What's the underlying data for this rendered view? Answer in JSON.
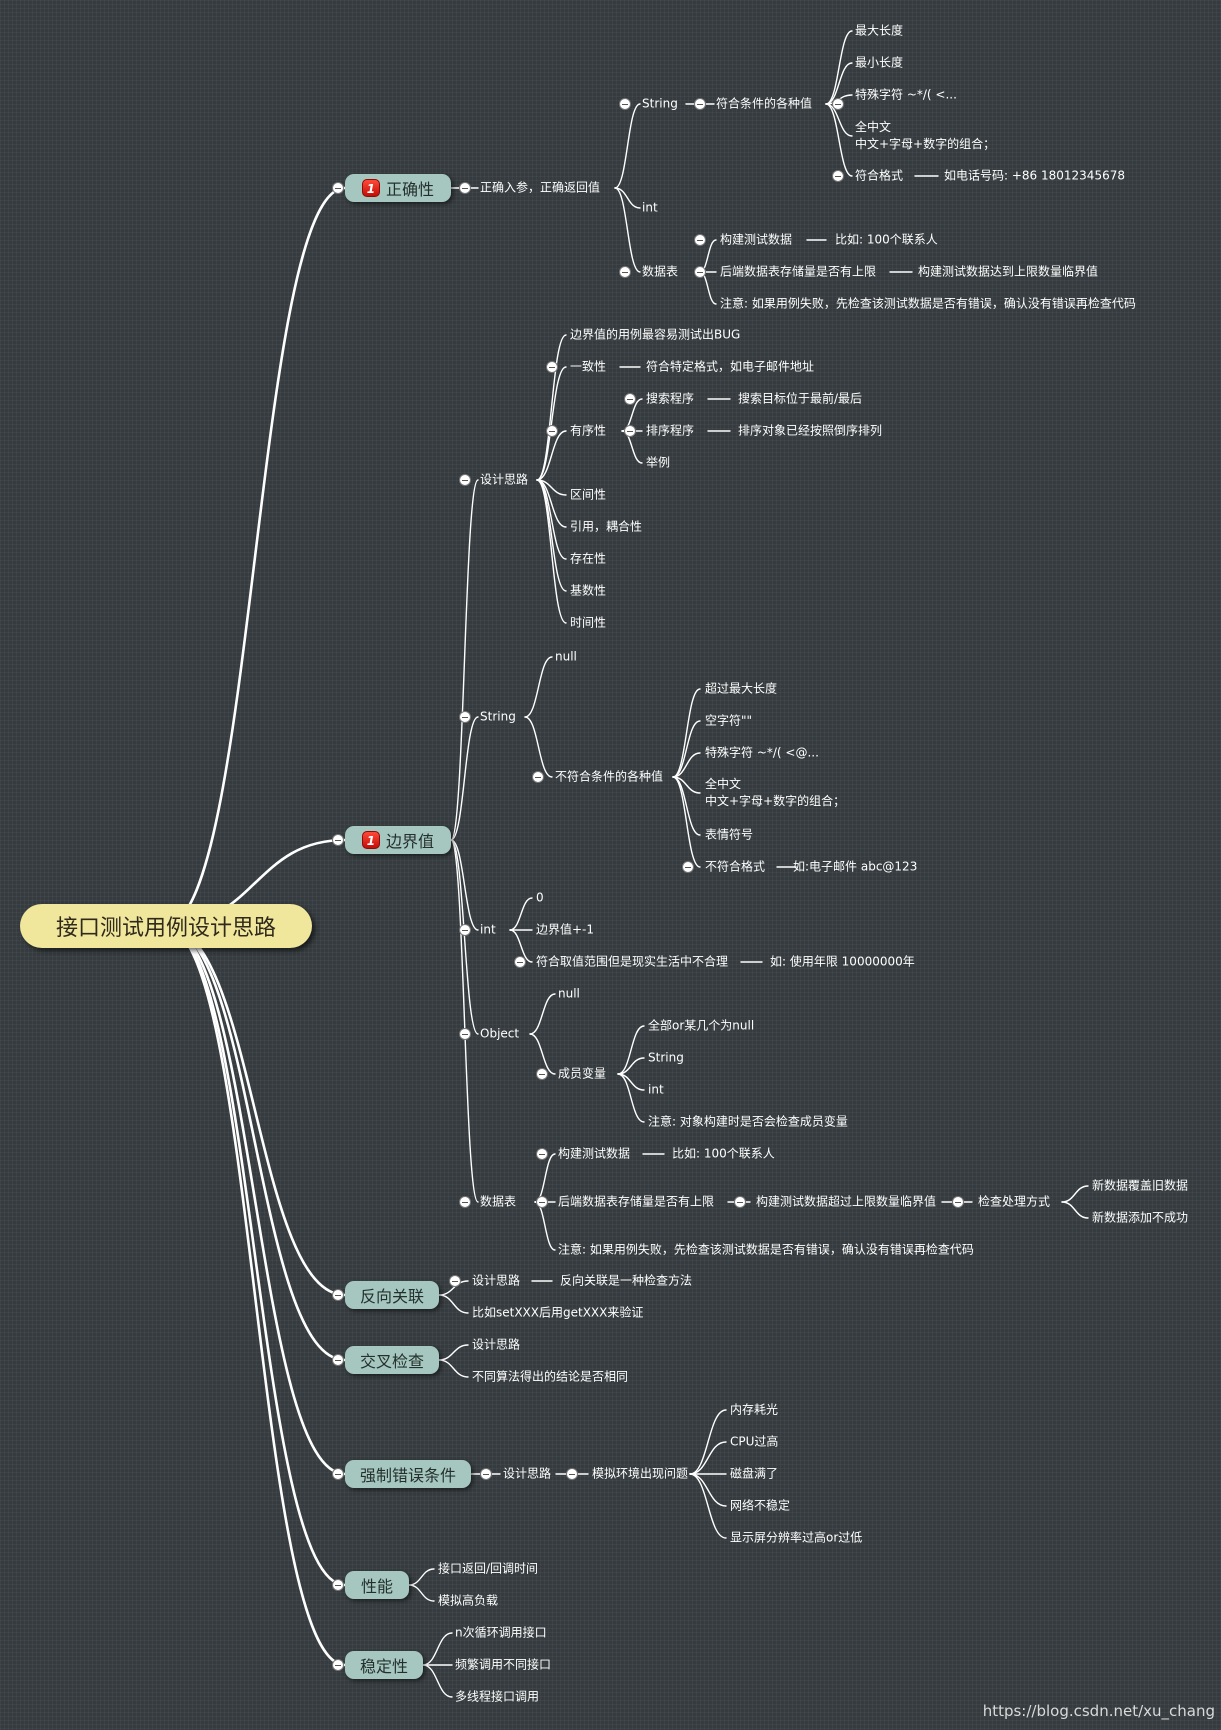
{
  "root": "接口测试用例设计思路",
  "priority_badge": "1",
  "watermark": "https://blog.csdn.net/xu_chang",
  "main_topics": [
    "正确性",
    "边界值",
    "反向关联",
    "交叉检查",
    "强制错误条件",
    "性能",
    "稳定性"
  ],
  "correctness": {
    "child": "正确入参，正确返回值",
    "string": "String",
    "string_child": "符合条件的各种值",
    "s_items": [
      "最大长度",
      "最小长度",
      "特殊字符 ~*/( <...",
      "全中文\n中文+字母+数字的组合；",
      "符合格式"
    ],
    "format_example": "如电话号码: +86 18012345678",
    "int": "int",
    "table": "数据表",
    "t1": "构建测试数据",
    "t1_detail": "比如: 100个联系人",
    "t2": "后端数据表存储量是否有上限",
    "t2_detail": "构建测试数据达到上限数量临界值",
    "t3": "注意: 如果用例失败，先检查该测试数据是否有错误，确认没有错误再检查代码"
  },
  "boundary": {
    "design": "设计思路",
    "d_items": [
      "边界值的用例最容易测试出BUG",
      "一致性",
      "有序性",
      "区间性",
      "引用，耦合性",
      "存在性",
      "基数性",
      "时间性"
    ],
    "consistency_detail": "符合特定格式，如电子邮件地址",
    "order_items": [
      "搜索程序",
      "排序程序",
      "举例"
    ],
    "search_detail": "搜索目标位于最前/最后",
    "sort_detail": "排序对象已经按照倒序排列",
    "string": "String",
    "s_null": "null",
    "s_invalid": "不符合条件的各种值",
    "s_items": [
      "超过最大长度",
      "空字符\"\"",
      "特殊字符 ~*/( <@...",
      "全中文\n中文+字母+数字的组合；",
      "表情符号",
      "不符合格式"
    ],
    "s_format_example": "如:电子邮件 abc@123",
    "int": "int",
    "int_items": [
      "0",
      "边界值+-1",
      "符合取值范围但是现实生活中不合理"
    ],
    "int_example": "如: 使用年限 10000000年",
    "object": "Object",
    "o_null": "null",
    "o_member": "成员变量",
    "o_items": [
      "全部or某几个为null",
      "String",
      "int",
      "注意: 对象构建时是否会检查成员变量"
    ],
    "table": "数据表",
    "t1": "构建测试数据",
    "t1_detail": "比如: 100个联系人",
    "t2": "后端数据表存储量是否有上限",
    "t2_detail": "构建测试数据超过上限数量临界值",
    "t2_check": "检查处理方式",
    "t2_results": [
      "新数据覆盖旧数据",
      "新数据添加不成功"
    ],
    "t3": "注意: 如果用例失败，先检查该测试数据是否有错误，确认没有错误再检查代码"
  },
  "reverse": {
    "design": "设计思路",
    "design_detail": "反向关联是一种检查方法",
    "example": "比如setXXX后用getXXX来验证"
  },
  "cross": {
    "items": [
      "设计思路",
      "不同算法得出的结论是否相同"
    ]
  },
  "forced": {
    "design": "设计思路",
    "child": "模拟环境出现问题",
    "items": [
      "内存耗光",
      "CPU过高",
      "磁盘满了",
      "网络不稳定",
      "显示屏分辨率过高or过低"
    ]
  },
  "performance": {
    "items": [
      "接口返回/回调时间",
      "模拟高负载"
    ]
  },
  "stability": {
    "items": [
      "n次循环调用接口",
      "频繁调用不同接口",
      "多线程接口调用"
    ]
  }
}
